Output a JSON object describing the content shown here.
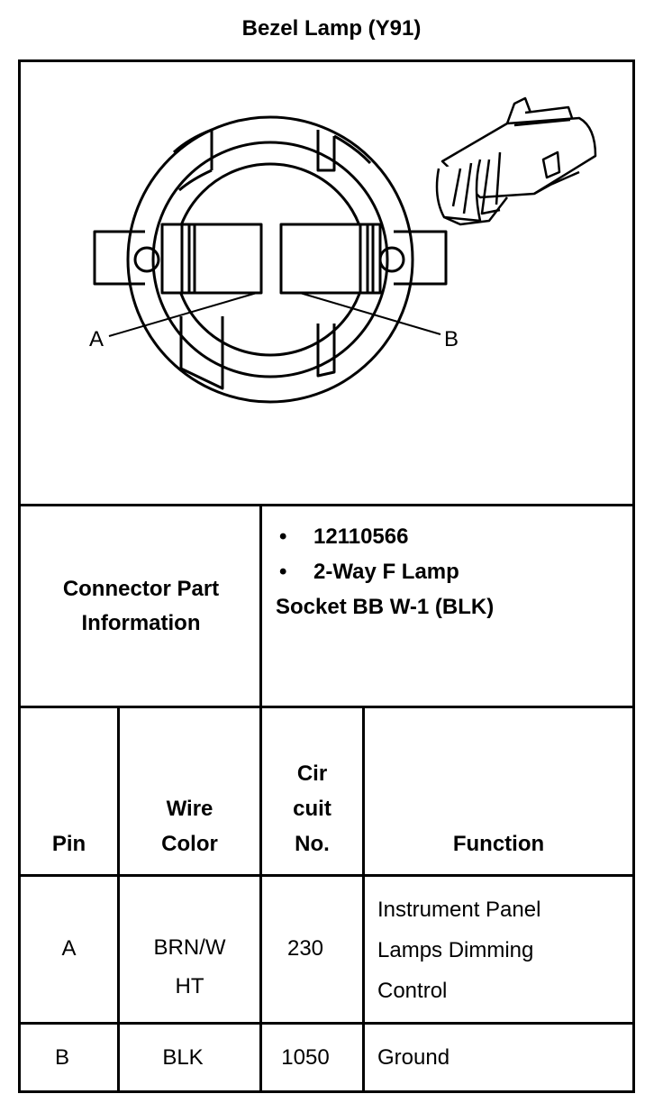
{
  "title": "Bezel Lamp (Y91)",
  "diagram": {
    "pin_label_a": "A",
    "pin_label_b": "B"
  },
  "connector_info": {
    "label_line1": "Connector Part",
    "label_line2": "Information",
    "bullets": [
      "12110566",
      "2-Way F Lamp"
    ],
    "continuation": "Socket BB W-1 (BLK)"
  },
  "table": {
    "headers": {
      "pin": "Pin",
      "wire_line1": "Wire",
      "wire_line2": "Color",
      "circuit_line1": "Cir",
      "circuit_line2": "cuit",
      "circuit_line3": "No.",
      "function": "Function"
    },
    "rows": [
      {
        "pin": "A",
        "wire_line1": "BRN/W",
        "wire_line2": "HT",
        "circuit": "230",
        "function_line1": "Instrument Panel",
        "function_line2": "Lamps Dimming",
        "function_line3": "Control"
      },
      {
        "pin": "B",
        "wire": "BLK",
        "circuit": "1050",
        "function": "Ground"
      }
    ]
  }
}
